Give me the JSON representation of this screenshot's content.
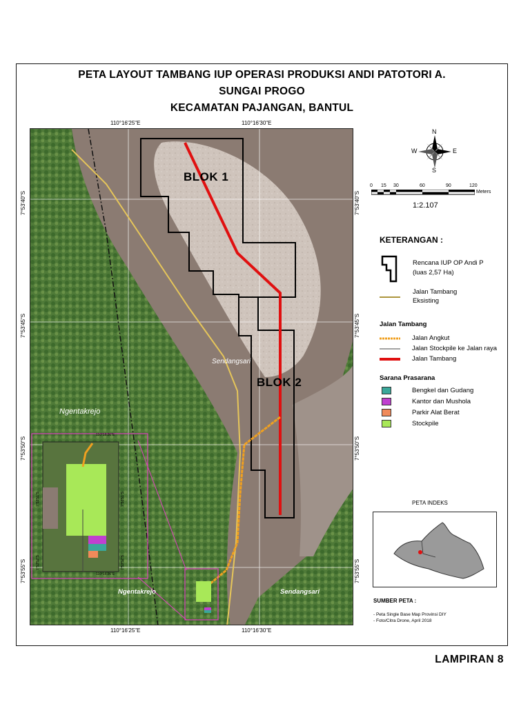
{
  "title": {
    "line1": "PETA LAYOUT TAMBANG IUP OPERASI PRODUKSI ANDI PATOTORI A.",
    "line2": "SUNGAI PROGO",
    "line3": "KECAMATAN PAJANGAN, BANTUL"
  },
  "grid": {
    "lon_labels": [
      "110°16'25\"E",
      "110°16'30\"E"
    ],
    "lat_labels": [
      "7°53'40\"S",
      "7°53'45\"S",
      "7°53'50\"S",
      "7°53'55\"S"
    ]
  },
  "map_labels": {
    "blok1": "BLOK 1",
    "blok2": "BLOK 2",
    "sendangsari": "Sendangsari",
    "ngentakrejo": "Ngentakrejo",
    "ngentakrejo_bottom": "Ngentakrejo",
    "sendangsari_bottom": "Sendangsari"
  },
  "inset_coords": {
    "top": "110°16'26\"E",
    "bottom": "110°16'26\"E",
    "left": "7°53'51\"S",
    "right": "7°53'51\"S",
    "bl": "7°53'52\"S",
    "br": "7°53'52\"S"
  },
  "compass": {
    "n": "N",
    "s": "S",
    "e": "E",
    "w": "W"
  },
  "scale": {
    "ticks": [
      "0",
      "15",
      "30",
      "60",
      "90",
      "120"
    ],
    "unit": "Meters",
    "ratio": "1:2.107"
  },
  "legend": {
    "heading": "KETERANGAN :",
    "iup_line1": "Rencana IUP OP Andi P",
    "iup_line2": "(luas 2,57 Ha)",
    "jalan_eks_line1": "Jalan Tambang",
    "jalan_eks_line2": "Eksisting",
    "jalan_tambang_heading": "Jalan Tambang",
    "jalan_items": [
      {
        "label": "Jalan Angkut",
        "color": "#f0a020"
      },
      {
        "label": "Jalan Stockpile ke Jalan raya",
        "color": "#444"
      },
      {
        "label": "Jalan Tambang",
        "color": "#e01010"
      }
    ],
    "sarana_heading": "Sarana Prasarana",
    "sarana_items": [
      {
        "label": "Bengkel dan Gudang",
        "color": "#3aa89a"
      },
      {
        "label": "Kantor dan Mushola",
        "color": "#c040d0"
      },
      {
        "label": "Parkir Alat Berat",
        "color": "#f08a5a"
      },
      {
        "label": "Stockpile",
        "color": "#a8e858"
      }
    ]
  },
  "index_map": {
    "title": "PETA INDEKS"
  },
  "source": {
    "heading": "SUMBER PETA :",
    "items": [
      "- Peta Single Base Map Provinsi DIY",
      "- Foto/Citra Drone, April 2018"
    ]
  },
  "lampiran": "LAMPIRAN 8"
}
